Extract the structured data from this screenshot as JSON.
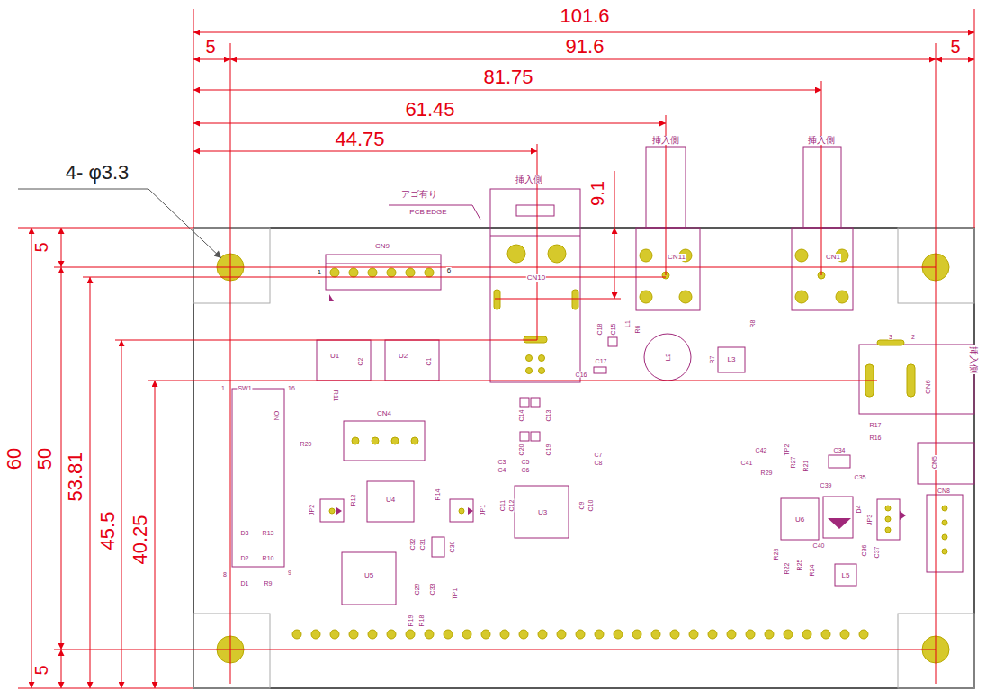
{
  "diagram": {
    "labels": [
      "101.6",
      "5",
      "91.6",
      "5",
      "81.75",
      "61.45",
      "44.75",
      "9.1",
      "4- φ3.3",
      "5",
      "60",
      "50",
      "53.81",
      "45.5",
      "40.25",
      "5",
      "挿入側",
      "挿入側",
      "挿入側",
      "挿入側",
      "アゴ有り",
      "PCB EDGE",
      "CN9",
      "1",
      "6",
      "CN10",
      "CN11",
      "CN1",
      "SW1",
      "1",
      "16",
      "8",
      "9",
      "ON",
      "U1",
      "C2",
      "U2",
      "C1",
      "R11",
      "CN4",
      "R20",
      "C18",
      "C15",
      "L1",
      "R6",
      "C17",
      "C16",
      "L2",
      "R7",
      "L3",
      "R8",
      "CN6",
      "3",
      "2",
      "R17",
      "R16",
      "CN5",
      "TP2",
      "C42",
      "C41",
      "R29",
      "R27",
      "R21",
      "C34",
      "C35",
      "C39",
      "U6",
      "D4",
      "JP3",
      "C36",
      "C37",
      "CN8",
      "R28",
      "R22",
      "R25",
      "R24",
      "C40",
      "L5",
      "C14",
      "C13",
      "C20",
      "C19",
      "C3",
      "C4",
      "C5",
      "C6",
      "C7",
      "C8",
      "U3",
      "C11",
      "C12",
      "C9",
      "C10",
      "JP2",
      "R12",
      "U4",
      "R14",
      "JP1",
      "D3",
      "R13",
      "D2",
      "R10",
      "D1",
      "R9",
      "C32",
      "C31",
      "C30",
      "U5",
      "C29",
      "C33",
      "TP1",
      "R19",
      "R18"
    ]
  }
}
